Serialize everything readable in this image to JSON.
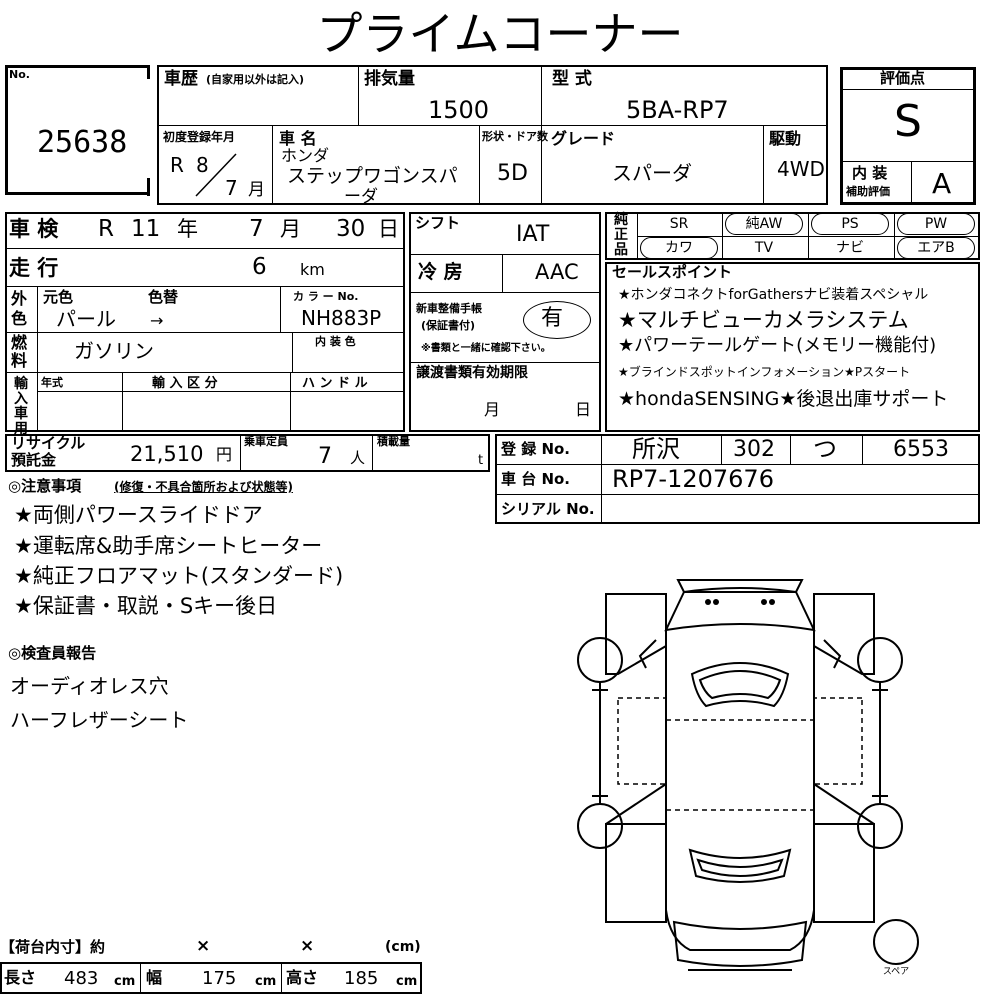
{
  "title": "プライムコーナー",
  "lot": {
    "label": "No.",
    "value": "25638"
  },
  "history": {
    "label": "車歴",
    "sublabel": "(自家用以外は記入)"
  },
  "displacement": {
    "label": "排気量",
    "value": "1500"
  },
  "model": {
    "label": "型 式",
    "value": "5BA-RP7"
  },
  "score": {
    "label": "評価点",
    "value": "S",
    "interior_label_1": "内 装",
    "interior_label_2": "補助評価",
    "interior_value": "A"
  },
  "first_reg": {
    "label": "初度登録年月",
    "era": "R",
    "year": "8",
    "month": "7",
    "month_unit": "月"
  },
  "car_name": {
    "label": "車 名",
    "maker": "ホンダ",
    "name_1": "ステップワゴンスパ",
    "name_2": "ーダ"
  },
  "doors": {
    "label": "形状・ドア数",
    "value": "5D"
  },
  "grade": {
    "label": "グレード",
    "value": "スパーダ"
  },
  "drive": {
    "label": "駆動",
    "value": "4WD"
  },
  "inspection": {
    "label": "車 検",
    "era": "R",
    "year": "11",
    "year_unit": "年",
    "month": "7",
    "month_unit": "月",
    "day": "30",
    "day_unit": "日"
  },
  "mileage": {
    "label": "走 行",
    "value": "6",
    "unit": "km"
  },
  "shift": {
    "label": "シフト",
    "value": "IAT"
  },
  "ac": {
    "label": "冷 房",
    "value": "AAC"
  },
  "equipment": {
    "label": "純正品",
    "items": [
      {
        "name": "SR",
        "circled": false
      },
      {
        "name": "純AW",
        "circled": true
      },
      {
        "name": "PS",
        "circled": true
      },
      {
        "name": "PW",
        "circled": true
      },
      {
        "name": "カワ",
        "circled": true
      },
      {
        "name": "TV",
        "circled": false
      },
      {
        "name": "ナビ",
        "circled": false
      },
      {
        "name": "エアB",
        "circled": true
      }
    ]
  },
  "color": {
    "outer_label_1": "外",
    "outer_label_2": "色",
    "original_label": "元色",
    "repaint_label": "色替",
    "original": "パール",
    "repaint_arrow": "→",
    "code_label": "カ ラ ー No.",
    "code": "NH883P",
    "interior_label": "内 装 色"
  },
  "warranty": {
    "label_1": "新車整備手帳",
    "label_2": "(保証書付)",
    "value": "有",
    "note": "※書類と一緒に確認下さい。"
  },
  "fuel": {
    "label_1": "燃",
    "label_2": "料",
    "value": "ガソリン"
  },
  "import": {
    "label": "輸入車用",
    "year_label": "年式",
    "type_label": "輸 入 区 分",
    "handle_label": "ハ ン ド ル"
  },
  "transfer": {
    "label": "譲渡書類有効期限",
    "month_label": "月",
    "day_label": "日"
  },
  "selling_points": {
    "label": "セールスポイント",
    "items": [
      "★ホンダコネクトforGathersナビ装着スペシャル",
      "★マルチビューカメラシステム",
      "★パワーテールゲート(メモリー機能付)",
      "★ブラインドスポットインフォメーション★Pスタート",
      "★hondaSENSING★後退出庫サポート"
    ]
  },
  "recycle": {
    "label_1": "リサイクル",
    "label_2": "預託金",
    "value": "21,510",
    "unit": "円"
  },
  "capacity": {
    "label": "乗車定員",
    "value": "7",
    "unit": "人"
  },
  "load": {
    "label": "積載量",
    "unit": "t"
  },
  "registration": {
    "label": "登 録 No.",
    "area": "所沢",
    "class": "302",
    "kana": "つ",
    "number": "6553"
  },
  "chassis": {
    "label": "車 台 No.",
    "value": "RP7-1207676"
  },
  "serial": {
    "label": "シリアル No."
  },
  "caution": {
    "label": "◎注意事項",
    "sublabel": "(修復・不具合箇所および状態等)",
    "items": [
      "★両側パワースライドドア",
      "★運転席&助手席シートヒーター",
      "★純正フロアマット(スタンダード)",
      "★保証書・取説・Sキー後日"
    ]
  },
  "inspector": {
    "label": "◎検査員報告",
    "items": [
      "オーディオレス穴",
      "ハーフレザーシート"
    ]
  },
  "cargo": {
    "label": "【荷台内寸】約",
    "x1": "×",
    "x2": "×",
    "unit": "(cm)"
  },
  "dimensions": {
    "length_label": "長さ",
    "length": "483",
    "width_label": "幅",
    "width": "175",
    "height_label": "高さ",
    "height": "185",
    "unit": "cm"
  },
  "diagram": {
    "spare_label": "スペア"
  }
}
